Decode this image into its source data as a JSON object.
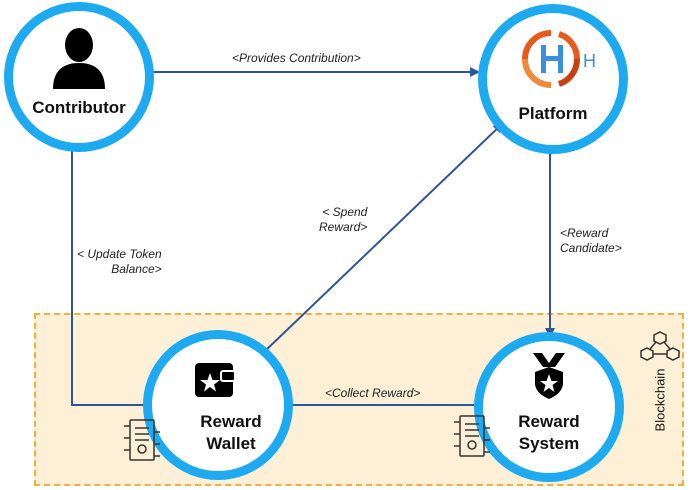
{
  "nodes": {
    "contributor": {
      "label": "Contributor",
      "icon": "person-icon"
    },
    "platform": {
      "label": "Platform",
      "icon": "platform-logo-icon",
      "logo_letter": "H"
    },
    "reward_wallet": {
      "label": "Reward\nWallet",
      "icon": "wallet-icon"
    },
    "reward_system": {
      "label": "Reward\nSystem",
      "icon": "medal-icon"
    }
  },
  "edges": {
    "provides_contribution": "<Provides Contribution>",
    "reward_candidate": "<Reward\nCandidate>",
    "collect_reward": "<Collect Reward>",
    "spend_reward": "< Spend\nReward>",
    "update_token_balance": "< Update Token\nBalance>"
  },
  "zone": {
    "label": "Blockchain",
    "icon": "blockchain-icon"
  },
  "decor": {
    "contract_icon": "smart-contract-icon"
  },
  "colors": {
    "node_ring": "#1eaaf0",
    "arrow": "#2f5597",
    "zone_fill": "#fdf0d6",
    "zone_border": "#f0b040",
    "logo_orange": "#e85a1b",
    "logo_blue": "#3a8fd8"
  }
}
